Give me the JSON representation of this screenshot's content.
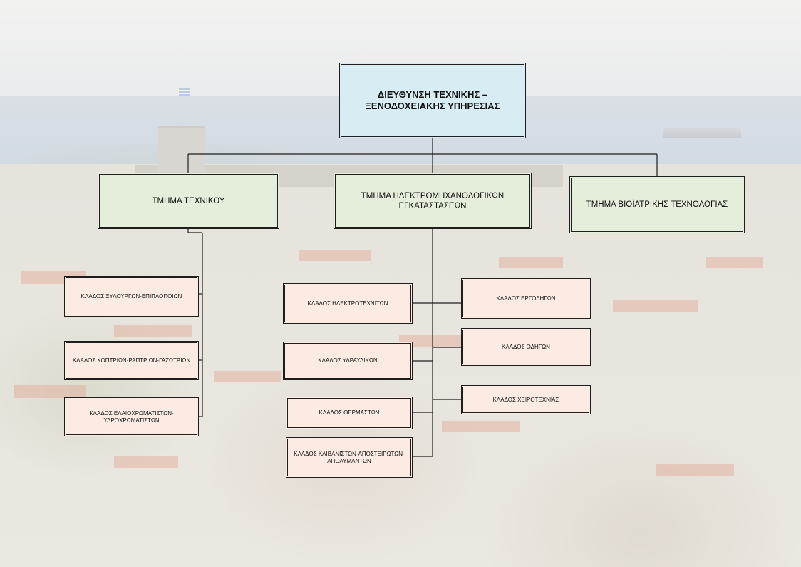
{
  "director": {
    "title": "ΔΙΕΥΘΥΝΣΗ ΤΕΧΝΙΚΗΣ –\nΞΕΝΟΔΟΧΕΙΑΚΗΣ ΥΠΗΡΕΣΙΑΣ"
  },
  "departments": [
    {
      "title": "ΤΜΗΜΑ ΤΕΧΝΙΚΟΥ"
    },
    {
      "title": "ΤΜΗΜΑ ΗΛΕΚΤΡΟΜΗΧΑΝΟΛΟΓΙΚΩΝ\nΕΓΚΑΤΑΣΤΑΣΕΩΝ"
    },
    {
      "title": "ΤΜΗΜΑ ΒΙΟΪΑΤΡΙΚΗΣ ΤΕΧΝΟΛΟΓΙΑΣ"
    }
  ],
  "technical_branches": [
    "ΚΛΑΔΟΣ ΞΥΛΟΥΡΓΩΝ-ΕΠΙΠΛΟΠΟΙΩΝ",
    "ΚΛΑΔΟΣ ΚΟΠΤΡΙΩΝ-ΡΑΠΤΡΙΩΝ-ΓΑΖΩΤΡΙΩΝ",
    "ΚΛΑΔΟΣ ΕΛΑΙΟΧΡΩΜΑΤΙΣΤΩΝ-\nΥΔΡΟΧΡΩΜΑΤΙΣΤΩΝ"
  ],
  "electromech_left_branches": [
    "ΚΛΑΔΟΣ ΗΛΕΚΤΡΟΤΕΧΝΙΤΩΝ",
    "ΚΛΑΔΟΣ ΥΔΡΑΥΛΙΚΩΝ",
    "ΚΛΑΔΟΣ ΘΕΡΜΑΣΤΩΝ",
    "ΚΛΑΔΟΣ ΚΛΙΒΑΝΙΣΤΩΝ-ΑΠΟΣΤΕΙΡΩΤΩΝ-\nΑΠΟΛΥΜΑΝΤΩΝ"
  ],
  "electromech_right_branches": [
    "ΚΛΑΔΟΣ ΕΡΓΟΔΗΓΩΝ",
    "ΚΛΑΔΟΣ ΟΔΗΓΩΝ",
    "ΚΛΑΔΟΣ ΧΕΙΡΟΤΕΧΝΙΑΣ"
  ],
  "colors": {
    "director_fill": "#d7ecf3",
    "department_fill": "#e5eedb",
    "branch_fill": "#fbebe2",
    "connector": "#1e1e1e"
  }
}
